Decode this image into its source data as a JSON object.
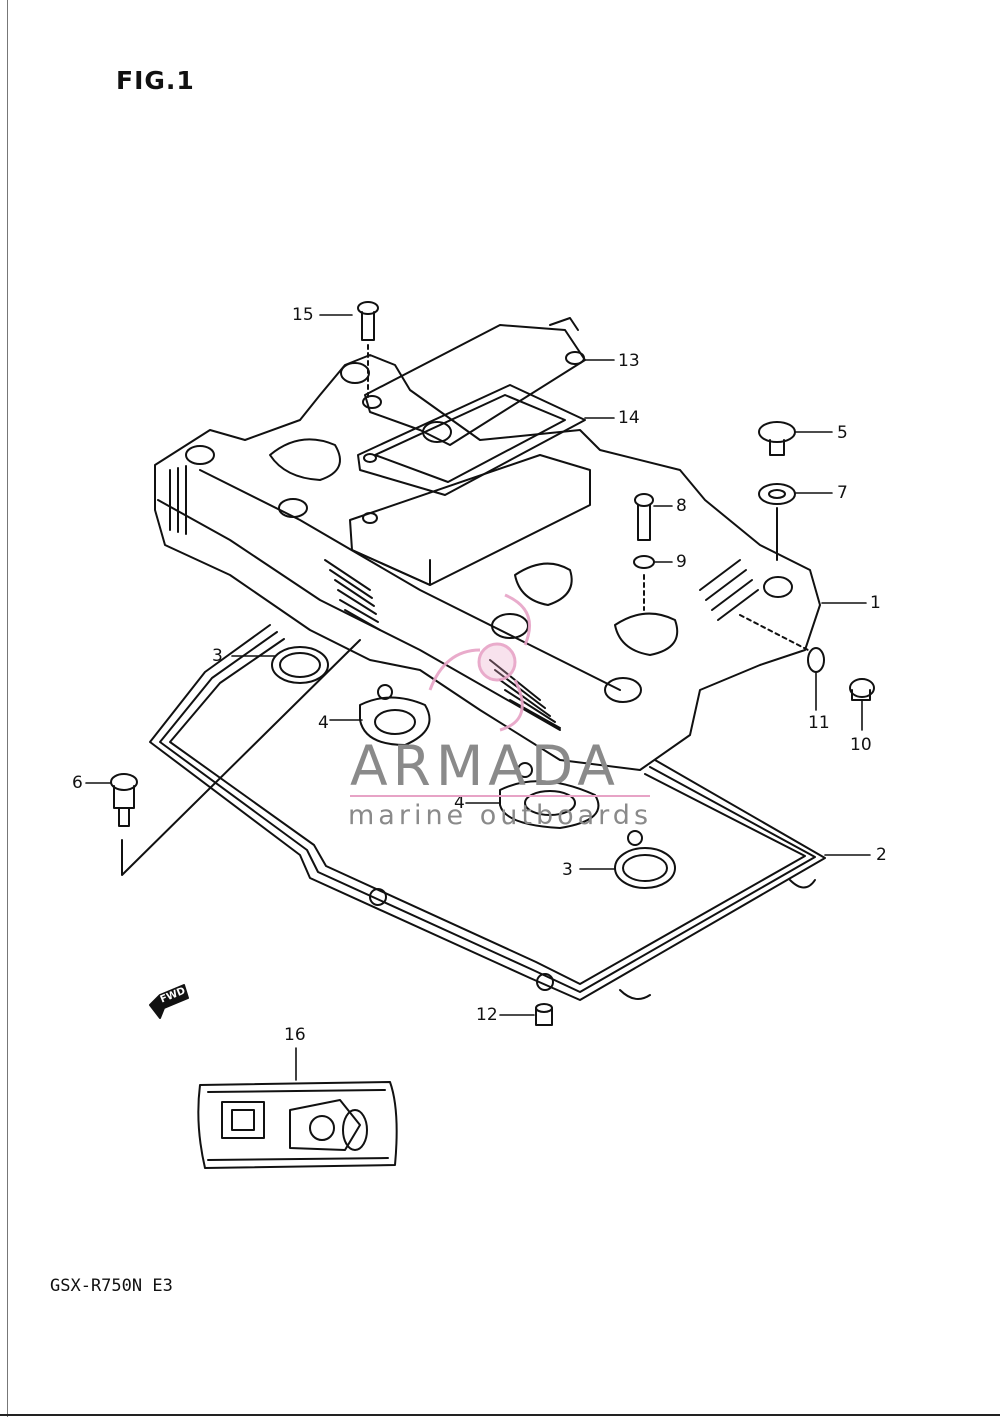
{
  "figure": {
    "title": "FIG.1",
    "model_code": "GSX-R750N E3",
    "fwd_label": "FWD"
  },
  "callouts": [
    {
      "id": "15",
      "text": "15"
    },
    {
      "id": "13",
      "text": "13"
    },
    {
      "id": "14",
      "text": "14"
    },
    {
      "id": "5",
      "text": "5"
    },
    {
      "id": "7",
      "text": "7"
    },
    {
      "id": "8",
      "text": "8"
    },
    {
      "id": "9",
      "text": "9"
    },
    {
      "id": "1",
      "text": "1"
    },
    {
      "id": "3a",
      "text": "3"
    },
    {
      "id": "4a",
      "text": "4"
    },
    {
      "id": "11",
      "text": "11"
    },
    {
      "id": "10",
      "text": "10"
    },
    {
      "id": "6",
      "text": "6"
    },
    {
      "id": "4b",
      "text": "4"
    },
    {
      "id": "2",
      "text": "2"
    },
    {
      "id": "3b",
      "text": "3"
    },
    {
      "id": "12",
      "text": "12"
    },
    {
      "id": "16",
      "text": "16"
    }
  ],
  "watermark": {
    "name": "ARMADA",
    "tagline": "marine outboards",
    "accent_color": "#e7a3c6"
  }
}
